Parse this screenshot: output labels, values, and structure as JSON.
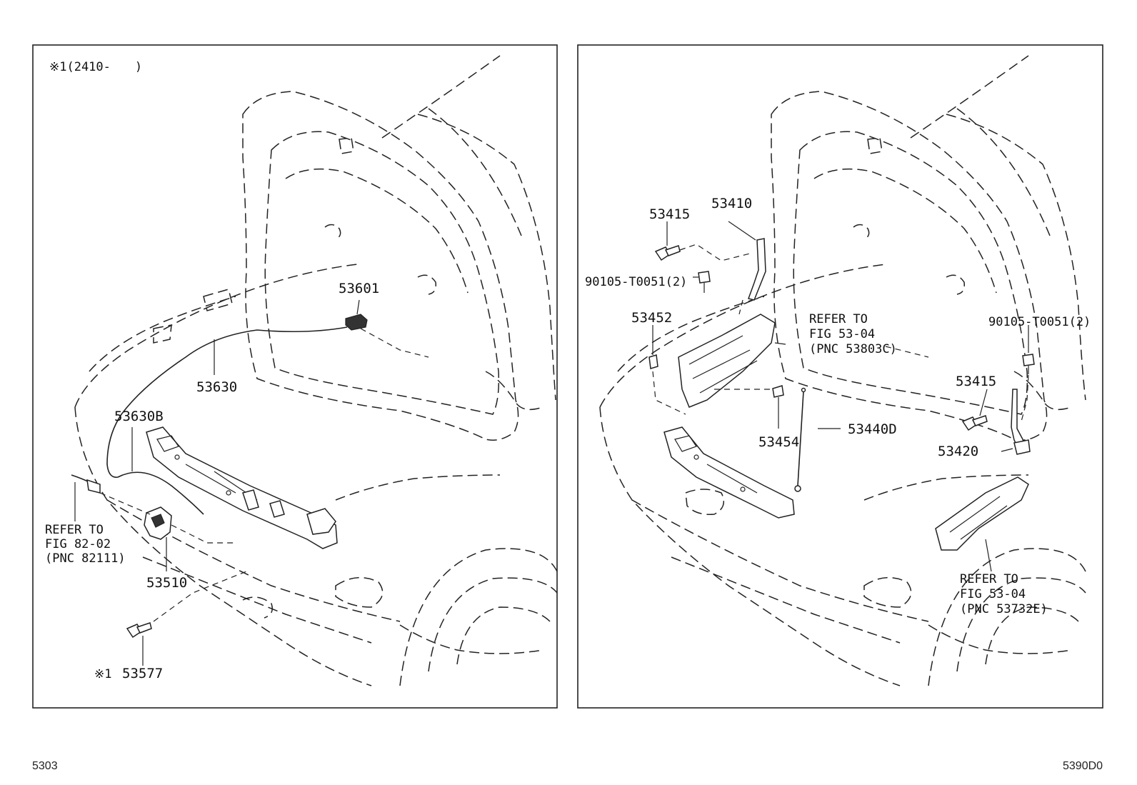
{
  "left_panel": {
    "header_note": "※1(2410-　　)",
    "callouts": {
      "p53601": "53601",
      "p53630": "53630",
      "p53630b": "53630B",
      "p53510": "53510",
      "p53577": "53577",
      "p53577_mark": "※1"
    },
    "refer_82": {
      "line1": "REFER TO",
      "line2": "FIG 82-02",
      "line3": "(PNC 82111)"
    }
  },
  "right_panel": {
    "callouts": {
      "p53415_top": "53415",
      "p53410": "53410",
      "p90105_left": "90105-T0051(2)",
      "p53452": "53452",
      "p90105_right": "90105-T0051(2)",
      "p53415_right": "53415",
      "p53454": "53454",
      "p53440d": "53440D",
      "p53420": "53420"
    },
    "refer_53803c": {
      "line1": "REFER TO",
      "line2": "FIG 53-04",
      "line3": "(PNC 53803C)"
    },
    "refer_53732e": {
      "line1": "REFER TO",
      "line2": "FIG 53-04",
      "line3": "(PNC 53732E)"
    }
  },
  "footer": {
    "page_code": "5303",
    "figure_code": "5390D0"
  }
}
